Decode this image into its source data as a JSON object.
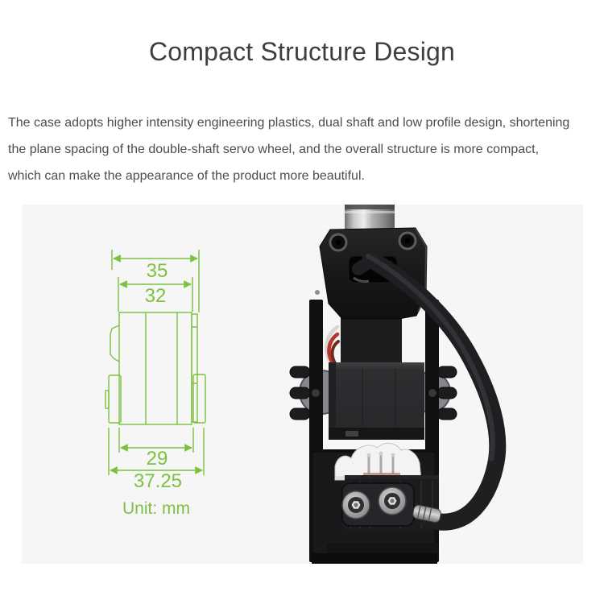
{
  "section": {
    "title": "Compact Structure Design",
    "description_lines": [
      "The case adopts higher intensity engineering plastics, dual shaft and low profile design, shortening",
      "the plane spacing of the double-shaft servo wheel, and the overall structure is more compact,",
      "which can make the appearance of the product more beautiful."
    ]
  },
  "figure": {
    "background_color": "#f6f6f7",
    "drawing_color": "#7cc13f",
    "dimensions": {
      "flange_width": "35",
      "body_width": "32",
      "bottom_width": "29",
      "overall_width": "37.25"
    },
    "unit_label": "Unit: mm"
  }
}
